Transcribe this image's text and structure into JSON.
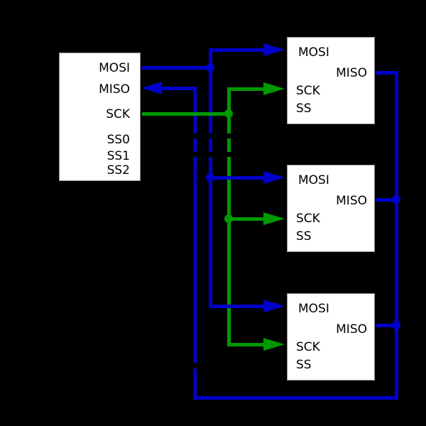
{
  "master": {
    "pins": [
      "MOSI",
      "MISO",
      "SCK",
      "SS0",
      "SS1",
      "SS2"
    ]
  },
  "slaves": [
    {
      "pins": [
        "MOSI",
        "MISO",
        "SCK",
        "SS"
      ]
    },
    {
      "pins": [
        "MOSI",
        "MISO",
        "SCK",
        "SS"
      ]
    },
    {
      "pins": [
        "MOSI",
        "MISO",
        "SCK",
        "SS"
      ]
    }
  ],
  "colors": {
    "background": "#000000",
    "box_fill": "#ffffff",
    "text": "#000000",
    "data_line_blue": "#0000cc",
    "clock_line_green": "#009900"
  }
}
